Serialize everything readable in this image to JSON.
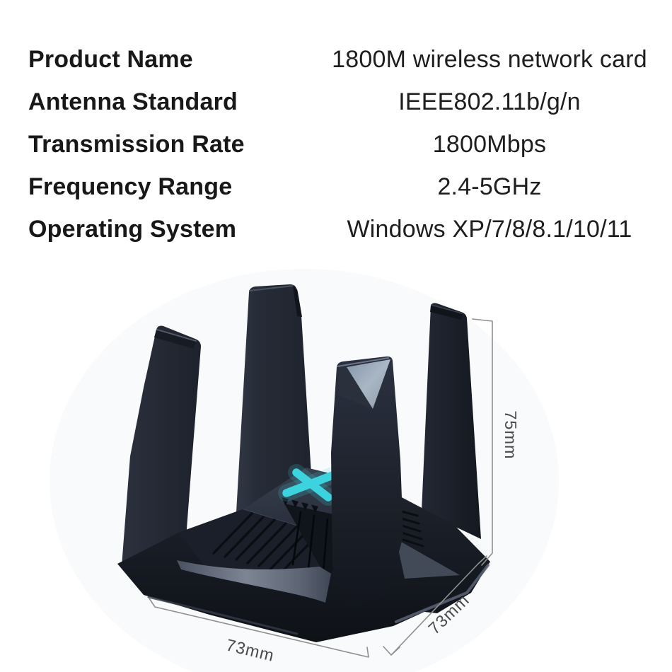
{
  "specs": {
    "rows": [
      {
        "label": "Product Name",
        "value": "1800M wireless network card"
      },
      {
        "label": "Antenna Standard",
        "value": "IEEE802.11b/g/n"
      },
      {
        "label": "Transmission Rate",
        "value": "1800Mbps"
      },
      {
        "label": "Frequency Range",
        "value": "2.4-5GHz"
      },
      {
        "label": "Operating System",
        "value": "Windows XP/7/8/8.1/10/11"
      }
    ]
  },
  "dimensions": {
    "height_label": "75mm",
    "width_label": "73mm",
    "depth_label": "73mm"
  },
  "colors": {
    "logo_accent": "#3cd2de",
    "logo_glow": "#3cd2de",
    "body_dark": "#1b202a",
    "dimension_line": "#8f8f8f",
    "dimension_text": "#4b4b4b",
    "text": "#181818",
    "background": "#ffffff"
  }
}
